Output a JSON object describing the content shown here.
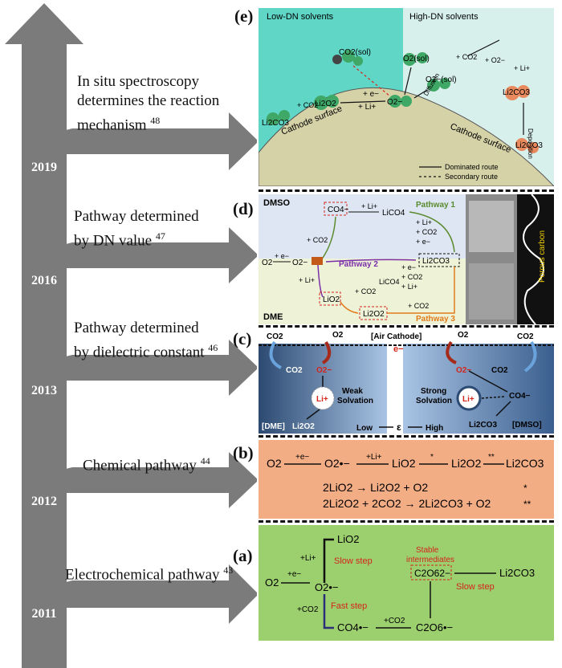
{
  "timeline": {
    "entries": [
      {
        "year": "2019",
        "label_lines": [
          "In situ spectroscopy",
          "determines the reaction",
          "mechanism"
        ],
        "ref": "48"
      },
      {
        "year": "2016",
        "label_lines": [
          "Pathway determined",
          "by DN value"
        ],
        "ref": "47"
      },
      {
        "year": "2013",
        "label_lines": [
          "Pathway determined",
          "by dielectric constant"
        ],
        "ref": "46"
      },
      {
        "year": "2012",
        "label_lines": [
          "Chemical pathway"
        ],
        "ref": "44"
      },
      {
        "year": "2011",
        "label_lines": [
          "Electrochemical pathway"
        ],
        "ref": "43"
      }
    ]
  },
  "panels": {
    "e": {
      "letter": "(e)",
      "left_title": "Low-DN solvents",
      "right_title": "High-DN solvents",
      "surface_left": "Cathode surface",
      "surface_right": "Cathode surface",
      "labels": {
        "co2_sol": "CO2(sol)",
        "o2_sol": "O2(sol)",
        "o2m_sol": "O2−(sol)",
        "o2m": "O2−",
        "li2o2": "Li2O2",
        "li2co3_left": "Li2CO3",
        "li2co3_mid": "Li2CO3",
        "li2co3_right": "Li2CO3",
        "plus_e": "+ e−",
        "plus_li": "+ Li+",
        "plus_co2": "+ CO2",
        "diffusion": "Diffusion",
        "deposition": "Deposition",
        "plus_co2_right": "+ CO2",
        "plus_o2m": "+ O2−",
        "plus_li_right": "+ Li+"
      },
      "legend": {
        "dominated": "Dominated route",
        "secondary": "Secondary route"
      },
      "colors": {
        "left_bg": "#5fd6c6",
        "right_bg": "#d8f0ec",
        "surface": "#d6d2a8",
        "species": "#3fa866",
        "li2co3": "#e88a5e"
      }
    },
    "d": {
      "letter": "(d)",
      "top_solvent": "DMSO",
      "bottom_solvent": "DME",
      "pathway1": "Pathway 1",
      "pathway2": "Pathway 2",
      "pathway3": "Pathway 3",
      "co4m": "CO4−",
      "plus_li": "+ Li+",
      "lico4": "LiCO4",
      "p1_reagents": [
        "+ Li+",
        "+ CO2",
        "+ e−"
      ],
      "plus_co2_top": "+ CO2",
      "start": "O2",
      "plus_e": "+ e−",
      "o2m": "O2−",
      "plus_li_down": "+ Li+",
      "lio2": "LiO2",
      "p2_reagents": [
        "+ e−",
        "+ CO2",
        "LiCO4",
        "+ Li+"
      ],
      "plus_co2_mid": "+ CO2",
      "li2co3": "Li2CO3",
      "li2o2": "Li2O2",
      "plus_co2_bottom": "+ CO2",
      "porous_carbon": "Porous carbon",
      "colors": {
        "top_bg": "#dde6f2",
        "bottom_bg": "#eef3d8",
        "p1": "#5a8a2e",
        "p2": "#7a2ea8",
        "p3": "#e07a1a"
      }
    },
    "c": {
      "letter": "(c)",
      "air_cathode": "[Air Cathode]",
      "o2_left": "O2",
      "o2_right": "O2",
      "co2_left": "CO2",
      "co2_right": "CO2",
      "electron": "e−",
      "co2_inner": "CO2",
      "o2m_left": "O2−",
      "li_left": "Li+",
      "weak": "Weak",
      "weak2": "Solvation",
      "dme": "[DME]",
      "li2o2": "Li2O2",
      "low": "Low",
      "epsilon": "ε",
      "high": "High",
      "o2m_right": "O2−",
      "co2_r_inner": "CO2",
      "co4m": "CO4−",
      "li_right": "Li+",
      "strong": "Strong",
      "strong2": "Solvation",
      "li2co3": "Li2CO3",
      "dmso": "[DMSO]",
      "colors": {
        "left": "#3b5f8e",
        "right": "#a9c4e4"
      }
    },
    "b": {
      "letter": "(b)",
      "chain": [
        "O2",
        "+e−",
        "O2•−",
        "+Li+",
        "LiO2",
        "*",
        "Li2O2",
        "**",
        "Li2CO3"
      ],
      "eq1": "2LiO2 → Li2O2 + O2",
      "eq1_mark": "*",
      "eq2": "2Li2O2 + 2CO2 → 2Li2CO3 + O2",
      "eq2_mark": "**",
      "colors": {
        "bg": "#f3ad85"
      }
    },
    "a": {
      "letter": "(a)",
      "lio2": "LiO2",
      "plus_li": "+Li+",
      "slow_step1": "Slow step",
      "o2": "O2",
      "plus_e": "+e−",
      "o2m": "O2•−",
      "plus_co2": "+CO2",
      "fast_step": "Fast step",
      "co4": "CO4•−",
      "plus_co2_2": "+CO2",
      "c2o6": "C2O6•−",
      "stable1": "Stable",
      "stable2": "intermediates",
      "c2o62": "C2O62−",
      "li2co3": "Li2CO3",
      "slow_step2": "Slow step",
      "colors": {
        "bg": "#9ccf6e",
        "red": "#d4251c"
      }
    }
  }
}
